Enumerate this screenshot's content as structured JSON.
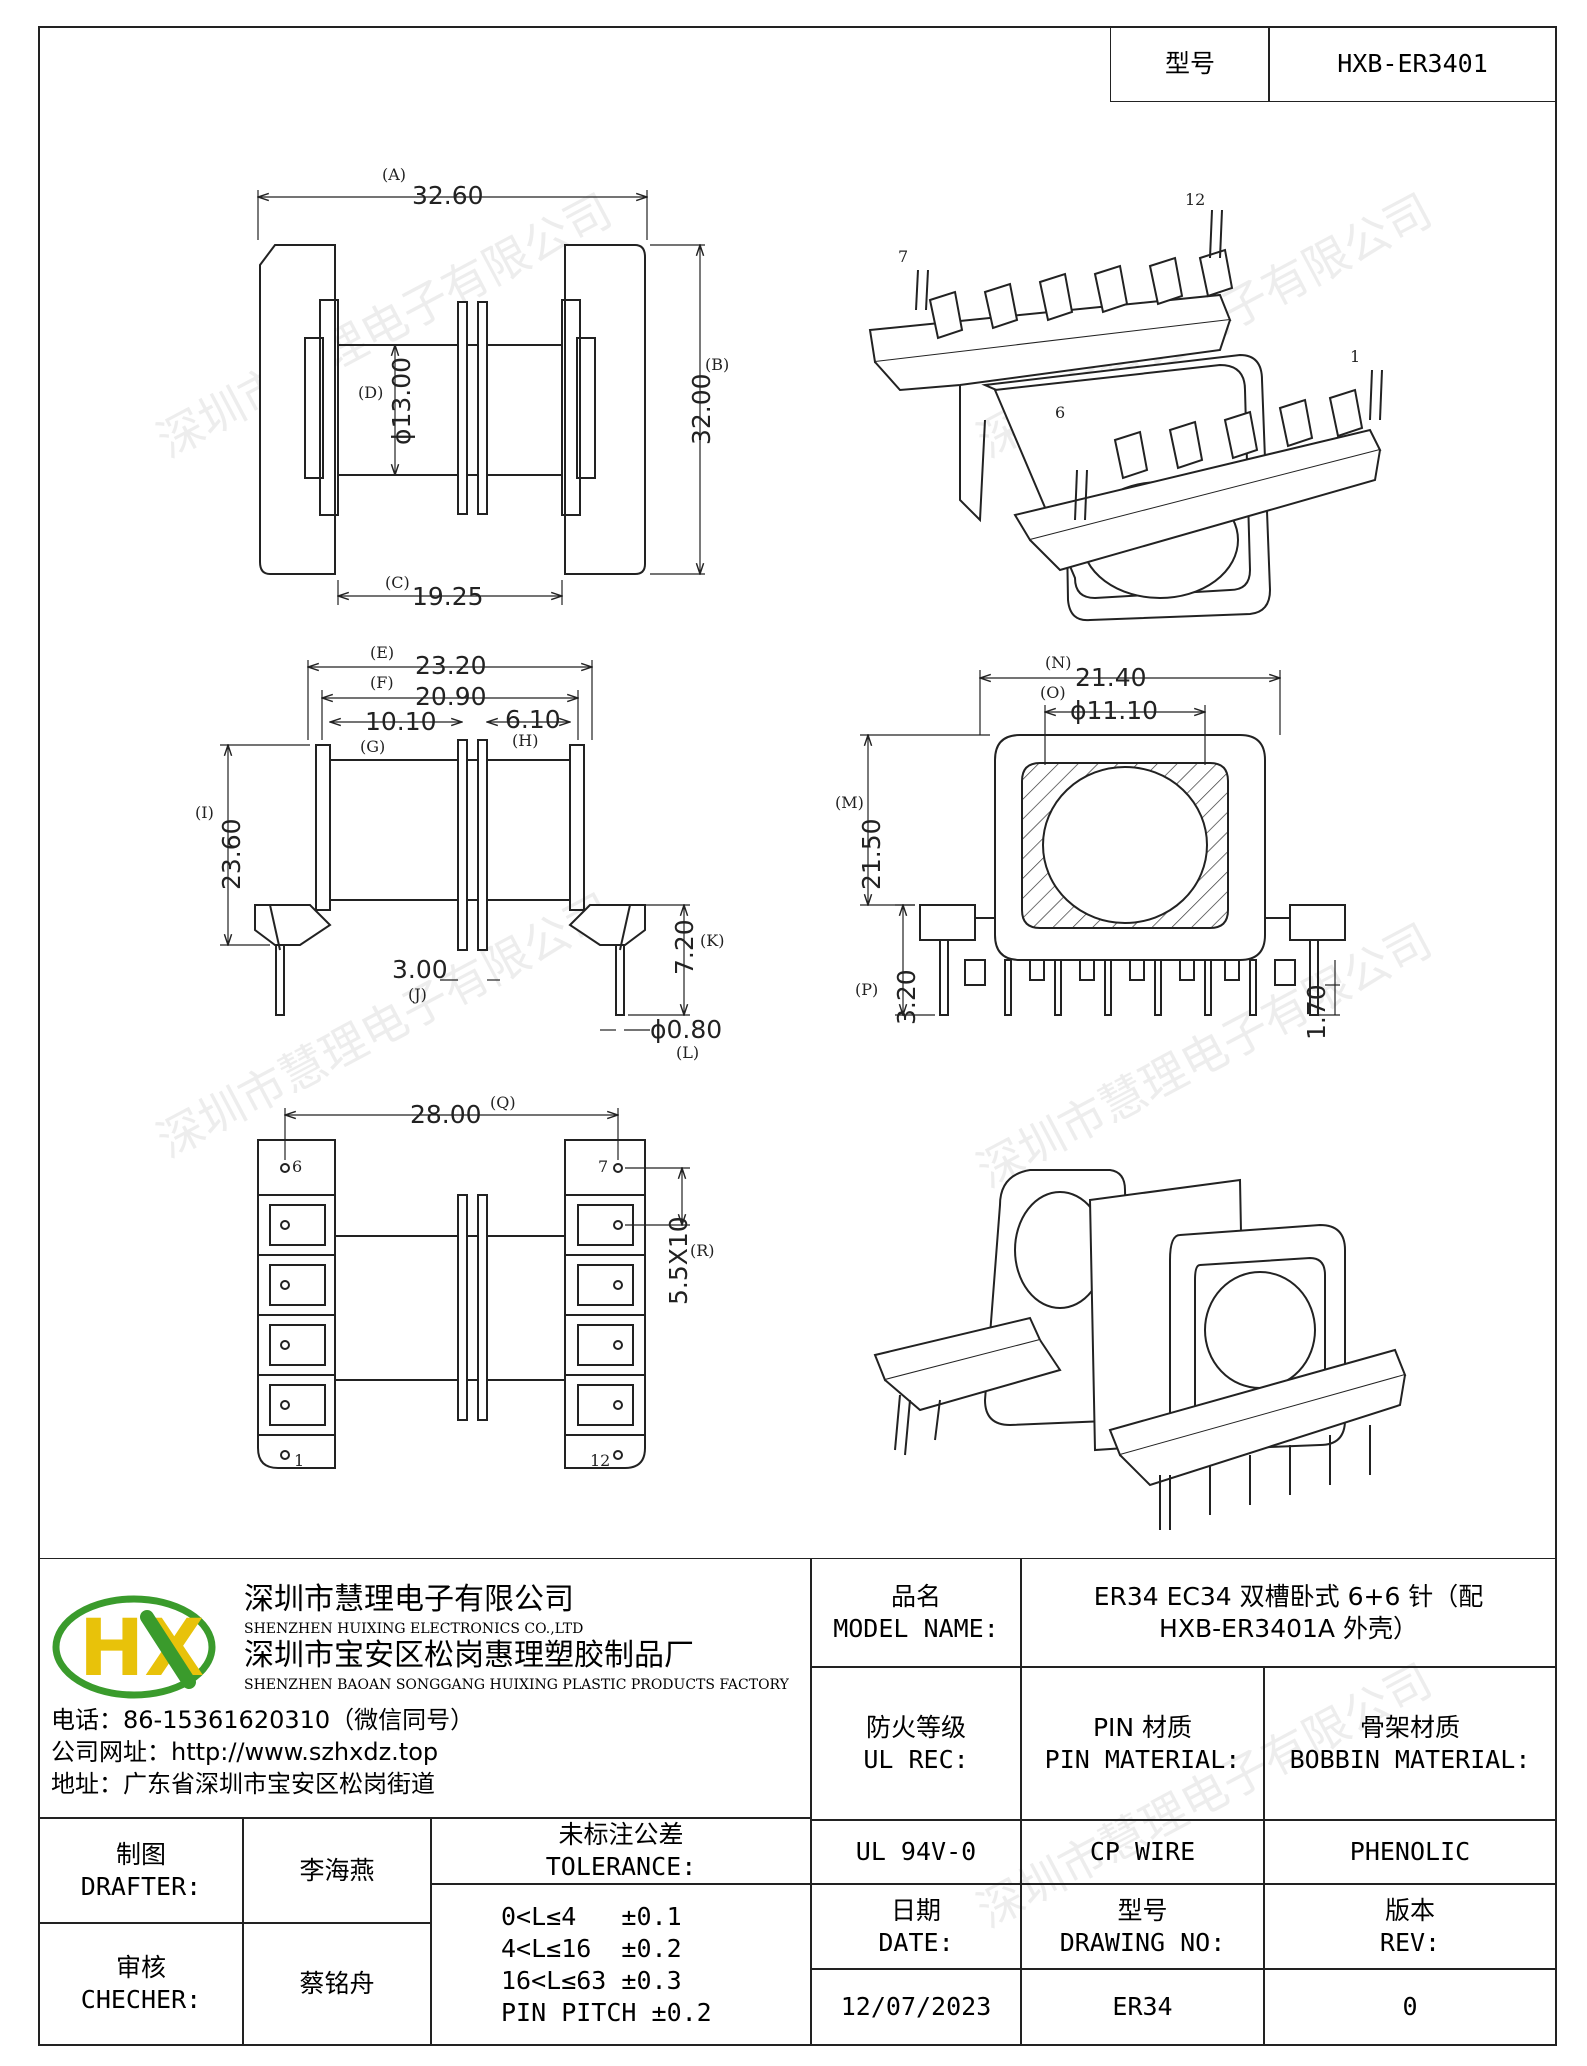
{
  "header": {
    "model_label": "型号",
    "model_value": "HXB-ER3401"
  },
  "watermark": "深圳市慧理电子有限公司",
  "dimensions": {
    "a": {
      "tag": "(A)",
      "value": "32.60"
    },
    "b": {
      "tag": "(B)",
      "value": "32.00"
    },
    "c": {
      "tag": "(C)",
      "value": "19.25"
    },
    "d": {
      "tag": "(D)",
      "value": "ϕ13.00"
    },
    "e": {
      "tag": "(E)",
      "value": "23.20"
    },
    "f": {
      "tag": "(F)",
      "value": "20.90"
    },
    "g": {
      "tag": "(G)",
      "value": "10.10"
    },
    "h": {
      "tag": "(H)",
      "value": "6.10"
    },
    "i": {
      "tag": "(I)",
      "value": "23.60"
    },
    "j": {
      "tag": "(J)",
      "value": "3.00"
    },
    "k": {
      "tag": "(K)",
      "value": "7.20"
    },
    "l": {
      "tag": "(L)",
      "value": "ϕ0.80"
    },
    "m": {
      "tag": "(M)",
      "value": "21.50"
    },
    "n": {
      "tag": "(N)",
      "value": "21.40"
    },
    "o": {
      "tag": "(O)",
      "value": "ϕ11.10"
    },
    "p": {
      "tag": "(P)",
      "value": "3.20"
    },
    "p2": {
      "value": "1.70"
    },
    "q": {
      "tag": "(Q)",
      "value": "28.00"
    },
    "r": {
      "tag": "(R)",
      "value": "5.5X10"
    }
  },
  "pins": {
    "iso_top_left": "7",
    "iso_top_right": "12",
    "iso_bottom_right": "1",
    "iso_bottom_left": "6",
    "bottom_view_tl": "6",
    "bottom_view_tr": "7",
    "bottom_view_bl": "1",
    "bottom_view_br": "12"
  },
  "company": {
    "logo_letters": "HX",
    "name_cn": "深圳市慧理电子有限公司",
    "name_en": "SHENZHEN HUIXING ELECTRONICS CO.,LTD",
    "factory_cn": "深圳市宝安区松岗惠理塑胶制品厂",
    "factory_en": "SHENZHEN BAOAN SONGGANG HUIXING PLASTIC PRODUCTS FACTORY",
    "phone": "电话：86-15361620310（微信同号）",
    "website": "公司网址：http://www.szhxdz.top",
    "address": "地址：广东省深圳市宝安区松岗街道"
  },
  "title_block": {
    "product_label_cn": "品名",
    "product_label_en": "MODEL NAME:",
    "product_value_line1": "ER34 EC34 双槽卧式 6+6 针（配",
    "product_value_line2": "HXB-ER3401A 外壳）",
    "fire_label_cn": "防火等级",
    "fire_label_en": "UL REC:",
    "pin_mat_label_cn": "PIN 材质",
    "pin_mat_label_en": "PIN MATERIAL:",
    "bobbin_mat_label_cn": "骨架材质",
    "bobbin_mat_label_en": "BOBBIN MATERIAL:",
    "fire_value": "UL 94V-0",
    "pin_mat_value": "CP WIRE",
    "bobbin_mat_value": "PHENOLIC",
    "date_label_cn": "日期",
    "date_label_en": "DATE:",
    "drawing_label_cn": "型号",
    "drawing_label_en": "DRAWING NO:",
    "rev_label_cn": "版本",
    "rev_label_en": "REV:",
    "date_value": "12/07/2023",
    "drawing_value": "ER34",
    "rev_value": "0",
    "drafter_label_cn": "制图",
    "drafter_label_en": "DRAFTER:",
    "drafter_value": "李海燕",
    "checker_label_cn": "审核",
    "checker_label_en": "CHECHER:",
    "checker_value": "蔡铭舟",
    "tolerance_label_cn": "未标注公差",
    "tolerance_label_en": "TOLERANCE:",
    "tolerance_lines": [
      "0<L≤4   ±0.1",
      "4<L≤16  ±0.2",
      "16<L≤63 ±0.3",
      "PIN PITCH ±0.2"
    ]
  },
  "colors": {
    "logo_green": "#3a9b2c",
    "logo_yellow": "#e8c20a",
    "line": "#222222"
  }
}
